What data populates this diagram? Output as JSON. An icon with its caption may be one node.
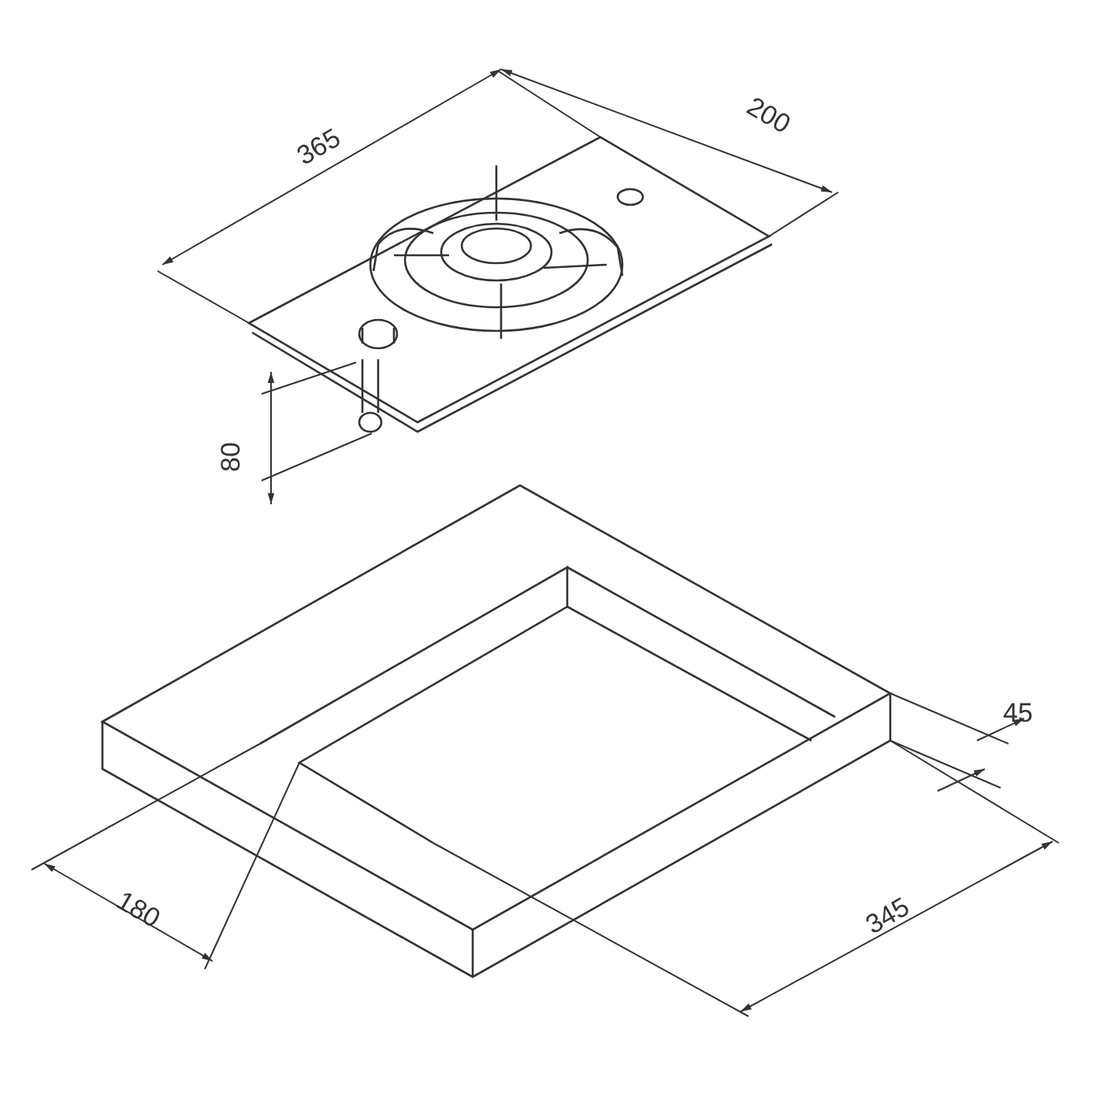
{
  "diagram": {
    "labels": [
      "365",
      "200",
      "80",
      "45",
      "180",
      "345"
    ]
  }
}
